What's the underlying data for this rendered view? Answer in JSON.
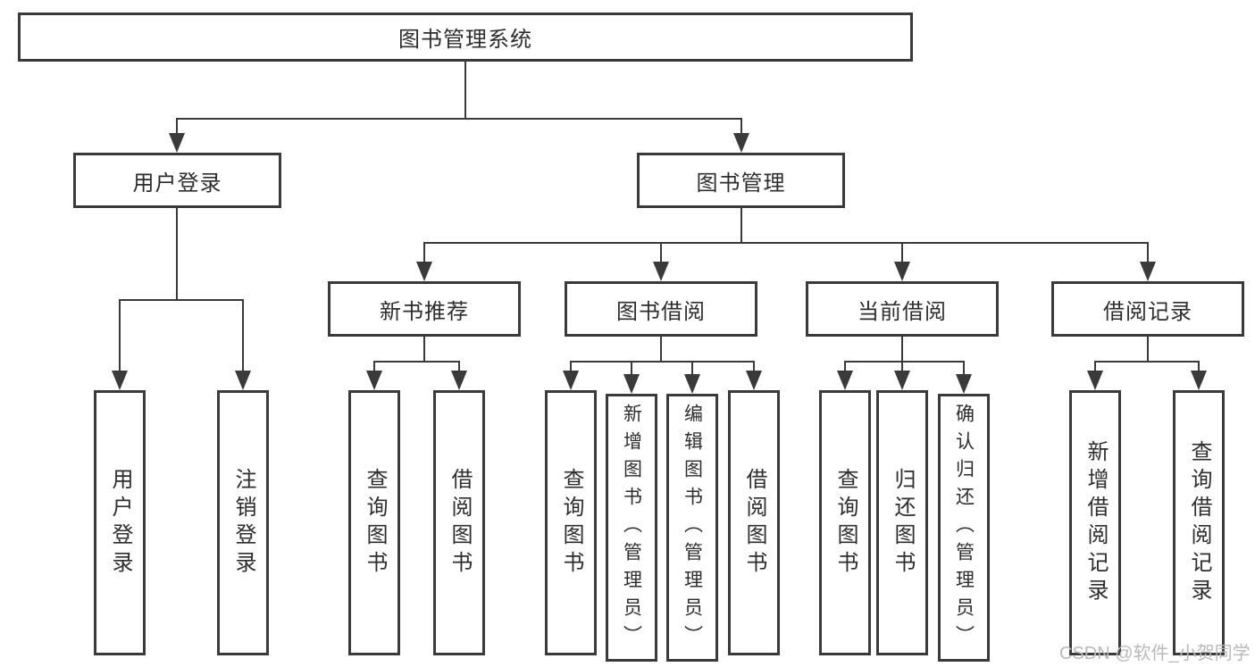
{
  "watermark": "CSDN @软件_小贺同学",
  "colors": {
    "line": "#3a3a3a",
    "text": "#2d2d2d",
    "watermark": "#b9b9b9",
    "background": "#ffffff"
  },
  "nodes": {
    "root": {
      "label": "图书管理系统"
    },
    "login": {
      "label": "用户登录"
    },
    "manage": {
      "label": "图书管理"
    },
    "recommend": {
      "label": "新书推荐"
    },
    "borrow": {
      "label": "图书借阅"
    },
    "current": {
      "label": "当前借阅"
    },
    "records": {
      "label": "借阅记录"
    },
    "login_children": [
      "用户登录",
      "注销登录"
    ],
    "recommend_children": [
      "查询图书",
      "借阅图书"
    ],
    "borrow_children": [
      "查询图书",
      "新增图书（管理员）",
      "编辑图书（管理员）",
      "借阅图书"
    ],
    "current_children": [
      "查询图书",
      "归还图书",
      "确认归还（管理员）"
    ],
    "records_children": [
      "新增借阅记录",
      "查询借阅记录"
    ]
  }
}
